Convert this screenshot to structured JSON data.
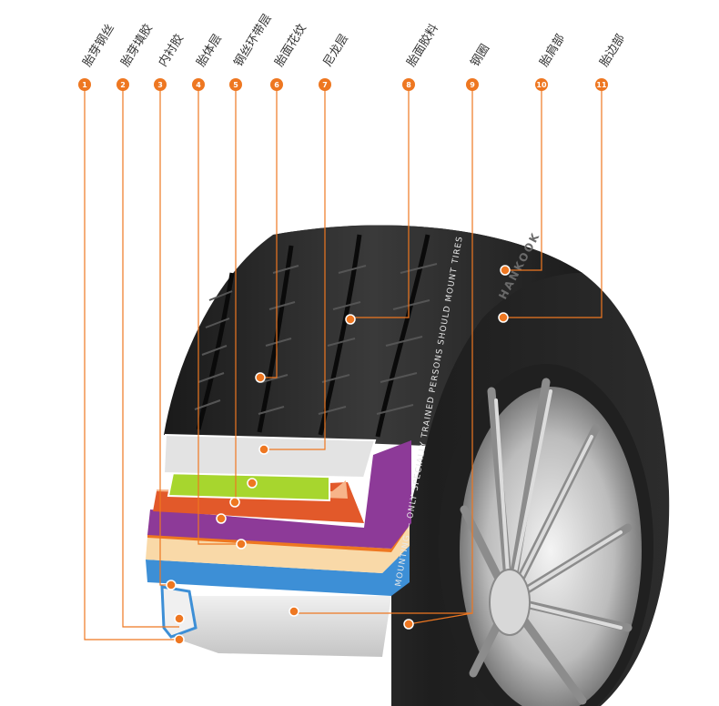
{
  "diagram": {
    "accent_color": "#ee7721",
    "labels": [
      {
        "num": "1",
        "text": "胎芽钢丝"
      },
      {
        "num": "2",
        "text": "胎芽填胶"
      },
      {
        "num": "3",
        "text": "内衬胶"
      },
      {
        "num": "4",
        "text": "胎体层"
      },
      {
        "num": "5",
        "text": "钢丝环带层"
      },
      {
        "num": "6",
        "text": "胎面花纹"
      },
      {
        "num": "7",
        "text": "尼龙层"
      },
      {
        "num": "8",
        "text": "胎面胶料"
      },
      {
        "num": "9",
        "text": "钢圈"
      },
      {
        "num": "10",
        "text": "胎肩部"
      },
      {
        "num": "11",
        "text": "胎边部"
      }
    ],
    "sidewall_text": "MOUNTING — ONLY SPECIALLY TRAINED PERSONS SHOULD MOUNT TIRES",
    "brand_text": "HANKOOK"
  }
}
